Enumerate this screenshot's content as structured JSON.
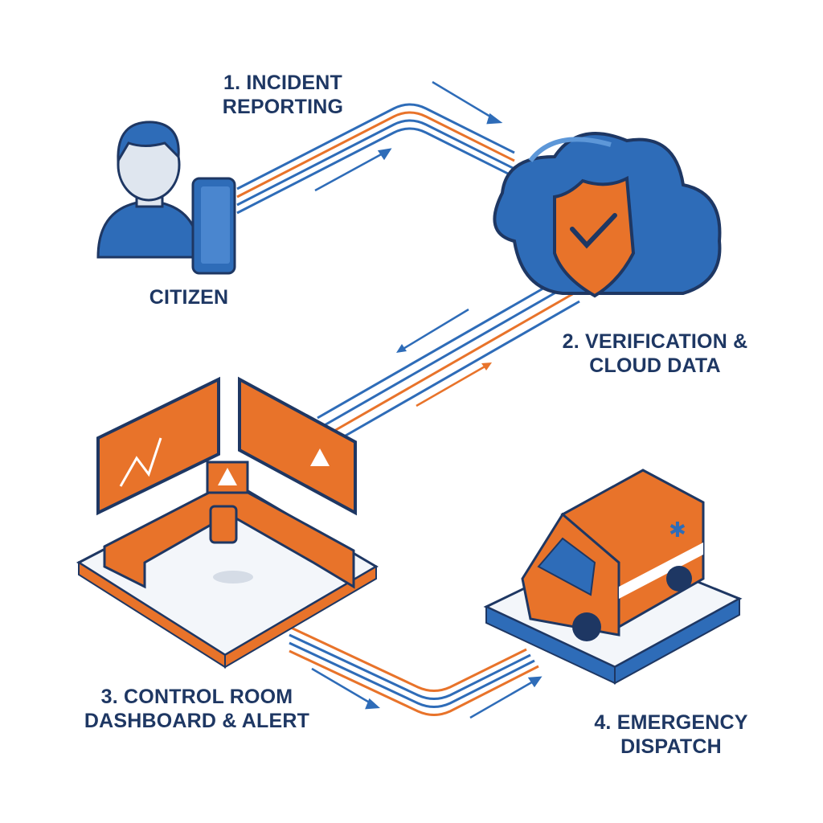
{
  "title": "Emergency Response Workflow",
  "colors": {
    "navy": "#1e3763",
    "blue": "#2e6cb8",
    "orange": "#e8732a",
    "light": "#e9eef5"
  },
  "steps": [
    {
      "line1": "1. INCIDENT",
      "line2": "REPORTING",
      "icon": "smartphone-icon"
    },
    {
      "line1": "2. VERIFICATION &",
      "line2": "CLOUD DATA",
      "icon": "cloud-shield-icon"
    },
    {
      "line1": "3. CONTROL ROOM",
      "line2": "DASHBOARD & ALERT",
      "icon": "control-room-icon"
    },
    {
      "line1": "4. EMERGENCY",
      "line2": "DISPATCH",
      "icon": "ambulance-icon"
    }
  ],
  "actor": {
    "label": "CITIZEN",
    "icon": "person-icon"
  }
}
